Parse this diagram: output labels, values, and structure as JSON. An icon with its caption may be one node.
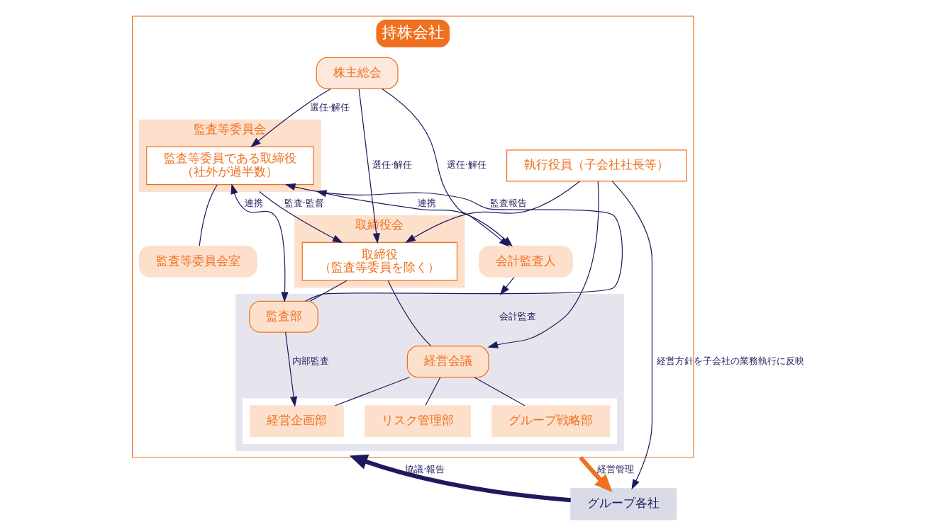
{
  "diagram": {
    "nodes": [
      {
        "text": [
          "持株会社"
        ]
      },
      {
        "text": [
          "株主総会"
        ],
        "in": 0
      },
      {
        "text": [
          "監査等委員会"
        ],
        "in": 0
      },
      {
        "text": [
          "監査等委員である取締役",
          "（社外が過半数）"
        ],
        "in": 2
      },
      {
        "text": [
          "取締役会"
        ],
        "in": 0
      },
      {
        "text": [
          "取締役",
          "（監査等委員を除く）"
        ],
        "in": 4
      },
      {
        "text": [
          "会計監査人"
        ],
        "in": 0
      },
      {
        "text": [
          "監査等委員会室"
        ],
        "in": 0
      },
      {
        "text": [
          "執行役員（子会社社長等）"
        ],
        "in": 0
      },
      {
        "text": [],
        "shape": "box",
        "in": 0
      },
      {
        "text": [
          "監査部"
        ],
        "in": 9
      },
      {
        "text": [
          "経営会議"
        ],
        "in": 9
      },
      {
        "text": [],
        "shape": "box",
        "in": 9
      },
      {
        "text": [
          "経営企画部"
        ],
        "in": 12
      },
      {
        "text": [
          "リスク管理部"
        ],
        "in": 12
      },
      {
        "text": [
          "グループ戦略部"
        ],
        "in": 12
      },
      {
        "text": [
          "グループ各社"
        ]
      }
    ],
    "edges": [
      {
        "from": 1,
        "to": 3,
        "arrow": "to",
        "label": "選任·解任"
      },
      {
        "from": 1,
        "to": 5,
        "arrow": "to",
        "label": "選任·解任"
      },
      {
        "from": 1,
        "to": 6,
        "arrow": "to",
        "label": "選任·解任"
      },
      {
        "from": 2,
        "to": 5,
        "arrow": "to",
        "label": "監査·監督"
      },
      {
        "from": 2,
        "to": 6,
        "arrow": "both",
        "label": "連携"
      },
      {
        "from": 3,
        "to": 7,
        "arrow": "none"
      },
      {
        "from": 3,
        "to": 10,
        "arrow": "both",
        "label": "連携"
      },
      {
        "from": 10,
        "to": 3,
        "arrow": "to",
        "label": "監査報告"
      },
      {
        "from": 5,
        "to": 11,
        "arrow": "none"
      },
      {
        "from": 10,
        "to": 5,
        "arrow": "none"
      },
      {
        "from": 8,
        "to": 5,
        "arrow": "to"
      },
      {
        "from": 8,
        "to": 11,
        "arrow": "to"
      },
      {
        "from": 6,
        "to": 9,
        "arrow": "to",
        "label": "会計監査"
      },
      {
        "from": 8,
        "to": 16,
        "arrow": "to",
        "label": "経営方針を子会社の業務執行に反映"
      },
      {
        "from": 10,
        "to": 13,
        "arrow": "to",
        "label": "内部監査"
      },
      {
        "from": 11,
        "to": 13,
        "arrow": "none"
      },
      {
        "from": 11,
        "to": 14,
        "arrow": "none"
      },
      {
        "from": 11,
        "to": 15,
        "arrow": "none"
      },
      {
        "from": 16,
        "to": 0,
        "arrow": "to",
        "label": "協議·報告",
        "style": "thick"
      },
      {
        "from": 0,
        "to": 16,
        "arrow": "to",
        "label": "経営管理",
        "style": "thick",
        "color": "#f07020"
      }
    ]
  }
}
